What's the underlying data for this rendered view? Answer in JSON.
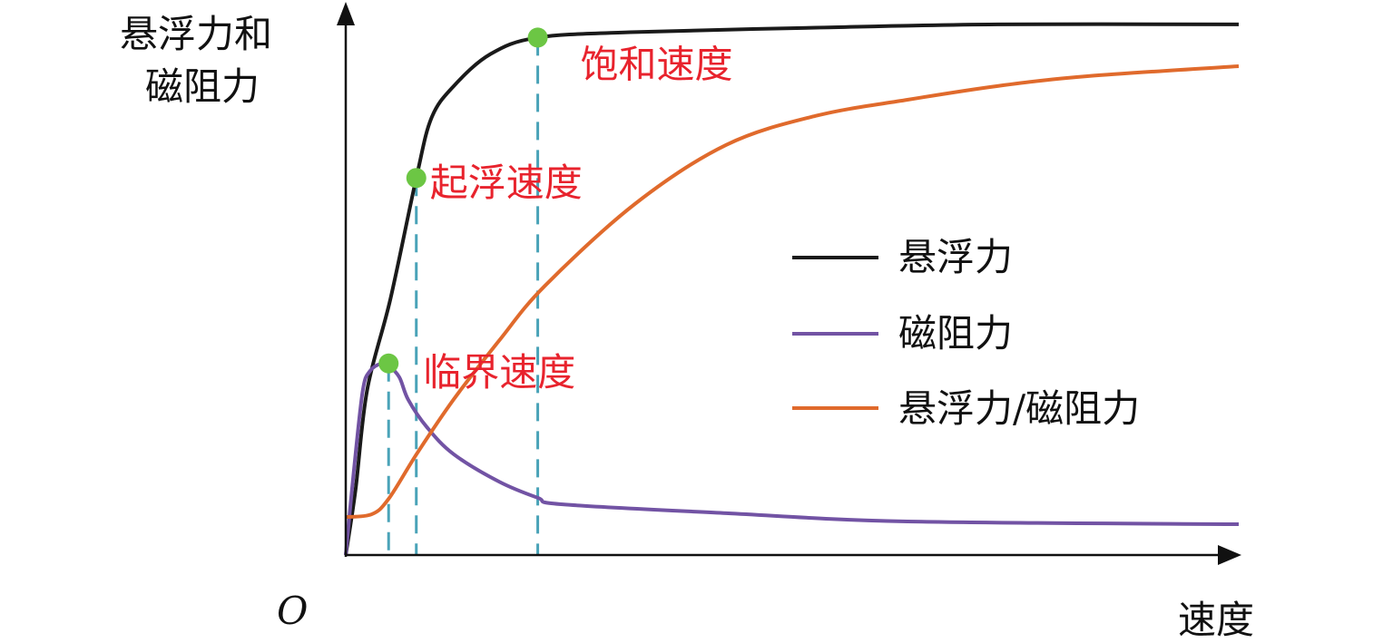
{
  "chart_data": {
    "type": "line",
    "title": "",
    "xlabel": "速度",
    "ylabel_lines": [
      "悬浮力和",
      "磁阻力"
    ],
    "origin_label": "O",
    "xlim": [
      0,
      100
    ],
    "ylim": [
      0,
      100
    ],
    "grid": false,
    "legend_position": "center-right",
    "series": [
      {
        "name": "悬浮力",
        "color": "#1a1a1a",
        "x": [
          0,
          1.1,
          2.4,
          5,
          7.9,
          9.6,
          12.1,
          16.2,
          21.5,
          32.4,
          52.7,
          73,
          100
        ],
        "y": [
          0,
          11.9,
          30,
          46.5,
          68.5,
          79.4,
          85.2,
          91,
          94,
          95,
          95.8,
          96.4,
          96.4
        ]
      },
      {
        "name": "磁阻力",
        "color": "#7253a4",
        "x": [
          0,
          0.9,
          1.9,
          2.7,
          4,
          4.8,
          6,
          7,
          9.1,
          12.1,
          17.2,
          21.5,
          24.3,
          42.6,
          62.9,
          100
        ],
        "y": [
          0,
          15.2,
          29.8,
          33.4,
          34.8,
          34.4,
          32.3,
          28.2,
          23.2,
          18.3,
          13.3,
          10.4,
          9.2,
          7.6,
          6.1,
          5.6
        ]
      },
      {
        "name": "悬浮力/磁阻力",
        "color": "#e06a2c",
        "x": [
          0,
          2.9,
          4.8,
          8,
          12.1,
          17.2,
          22.3,
          32.4,
          42.6,
          52.7,
          62.9,
          73,
          83.2,
          100
        ],
        "y": [
          6.9,
          7.4,
          10.2,
          18.5,
          28.3,
          39,
          48.9,
          63.8,
          74.5,
          79.8,
          82.7,
          85.2,
          87,
          88.8
        ]
      }
    ],
    "annotations": [
      {
        "text": "临界速度",
        "x": 4.8,
        "y": 34.8,
        "color": "#e8232d"
      },
      {
        "text": "起浮速度",
        "x": 7.9,
        "y": 68.5,
        "color": "#e8232d"
      },
      {
        "text": "饱和速度",
        "x": 21.5,
        "y": 94,
        "color": "#e8232d"
      }
    ],
    "marker_color": "#6cc644",
    "dash_color": "#4aa3b8"
  }
}
